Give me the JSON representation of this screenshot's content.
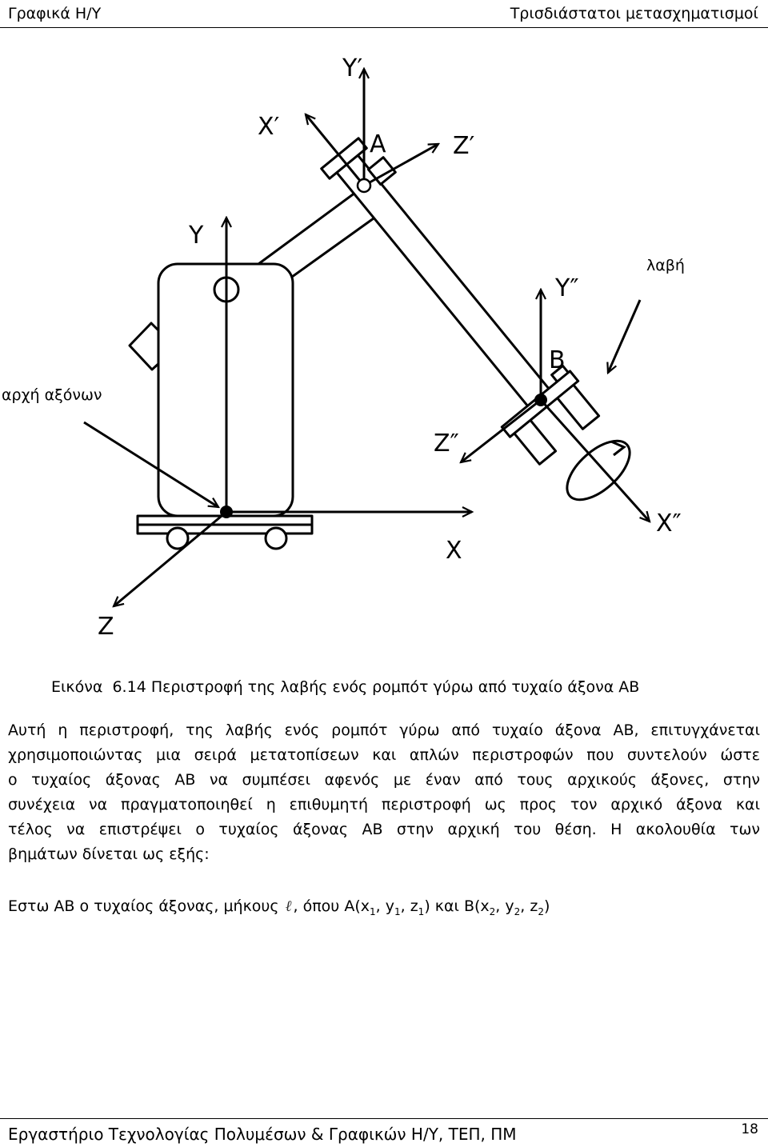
{
  "header": {
    "left": "Γραφικά Η/Υ",
    "right": "Τρισδιάστατοι μετασχηματισμοί"
  },
  "figure": {
    "labels": {
      "y_prime": "Y′",
      "x_prime": "X′",
      "a": "A",
      "z_prime": "Z′",
      "y": "Y",
      "handle": "λαβή",
      "y_double_prime": "Y″",
      "b": "B",
      "origin": "αρχή αξόνων",
      "z_double_prime": "Z″",
      "x_double_prime": "X″",
      "x": "X",
      "z": "Z"
    },
    "caption": "Εικόνα  6.14 Περιστροφή της λαβής ενός ρομπότ γύρω από τυχαίο άξονα ΑΒ"
  },
  "body": {
    "paragraph_lines": [
      "Αυτή η περιστροφή, της λαβής ενός ρομπότ γύρω από τυχαίο άξονα ΑΒ, επιτυγχάνεται",
      "χρησιμοποιώντας μια σειρά μετατοπίσεων και απλών περιστροφών που συντελούν ώστε",
      "ο τυχαίος άξονας ΑΒ να συμπέσει αφενός με έναν από τους αρχικούς άξονες,  στην",
      "συνέχεια να πραγματοποιηθεί η επιθυμητή περιστροφή ως προς τον αρχικό άξονα και",
      "τέλος να επιστρέψει ο τυχαίος άξονας ΑΒ στην αρχική του θέση. Η ακολουθία των",
      "βημάτων δίνεται ως εξής:"
    ],
    "definition": {
      "segments": [
        {
          "text": "Εστω ΑΒ ο τυχαίος άξονας, μήκους "
        },
        {
          "text": "ℓ"
        },
        {
          "text": ", όπου A(x"
        },
        {
          "text": "1"
        },
        {
          "text": ", y"
        },
        {
          "text": "1"
        },
        {
          "text": ", z"
        },
        {
          "text": "1"
        },
        {
          "text": ") και B(x"
        },
        {
          "text": "2"
        },
        {
          "text": ", y"
        },
        {
          "text": "2"
        },
        {
          "text": ", z"
        },
        {
          "text": "2"
        },
        {
          "text": ")"
        }
      ]
    }
  },
  "footer": {
    "left": "Εργαστήριο Τεχνολογίας Πολυμέσων & Γραφικών Η/Υ, ΤΕΠ, ΠΜ",
    "page_number": "18"
  }
}
